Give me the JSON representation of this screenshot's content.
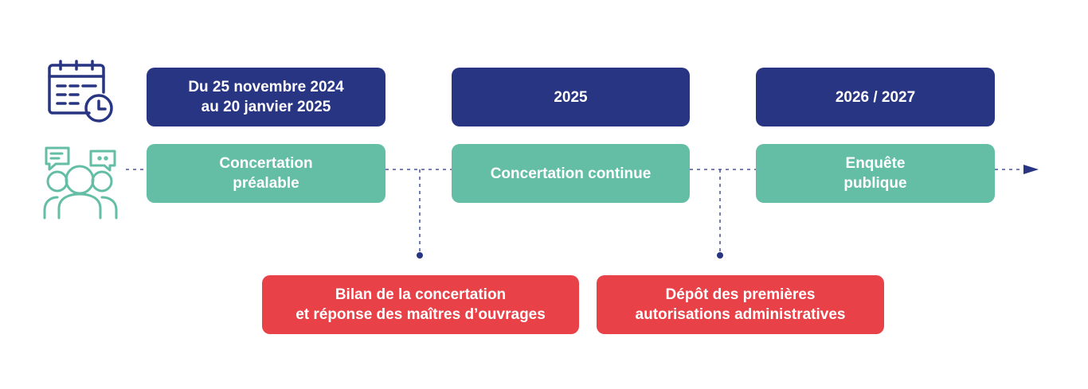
{
  "timeline": {
    "dates": [
      "Du 25 novembre 2024\nau 20 janvier 2025",
      "2025",
      "2026 / 2027"
    ],
    "phases": [
      "Concertation\npréalable",
      "Concertation continue",
      "Enquête\npublique"
    ],
    "milestones": [
      "Bilan de la concertation\net réponse des maîtres d’ouvrages",
      "Dépôt des premières\nautorisations administratives"
    ]
  },
  "icons": {
    "calendar": "calendar-clock-icon",
    "people": "people-discussion-icon"
  },
  "colors": {
    "navy": "#283583",
    "teal": "#64bea6",
    "red": "#e84148"
  }
}
